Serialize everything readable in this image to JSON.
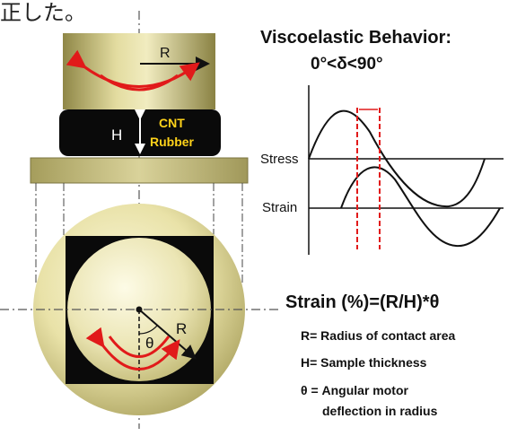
{
  "header_fragment": "正した。",
  "sample": {
    "radius_label": "R",
    "height_label": "H",
    "cnt_label": "CNT",
    "rubber_label": "Rubber"
  },
  "bottom_view": {
    "radius_label": "R",
    "theta_label": "θ"
  },
  "graph": {
    "title": "Viscoelastic Behavior:",
    "range": "0°<δ<90°",
    "stress_label": "Stress",
    "strain_label": "Strain"
  },
  "formula": "Strain (%)=(R/H)*θ",
  "legend": {
    "r_def": "R= Radius of contact area",
    "h_def": "H= Sample thickness",
    "theta_def_line1": "θ = Angular motor",
    "theta_def_line2": "deflection in radius"
  },
  "colors": {
    "plate_gold": "#c9c07a",
    "rubber_black": "#0a0a0a",
    "arrow_red": "#e11a1a",
    "cnt_text_yellow": "#ffd21a"
  }
}
